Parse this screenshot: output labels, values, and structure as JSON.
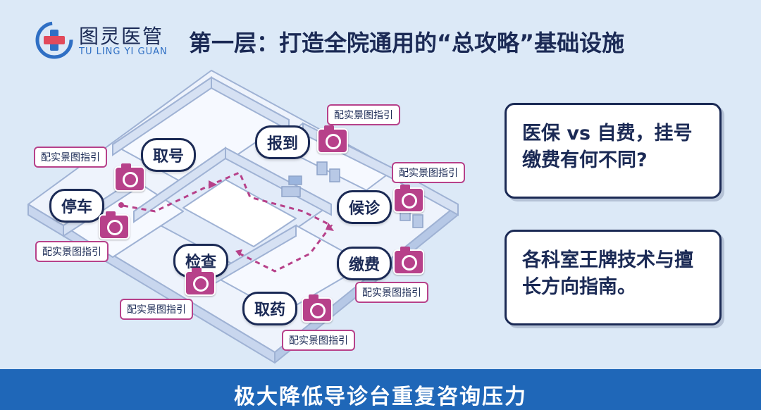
{
  "logo": {
    "name_cn": "图灵医管",
    "name_en": "TU LING YI GUAN"
  },
  "headline": "第一层：打造全院通用的“总攻略”基础设施",
  "stations": {
    "stop": "停车",
    "register": "取号",
    "checkin": "报到",
    "wait": "候诊",
    "pay": "缴费",
    "exam": "检查",
    "pharmacy": "取药"
  },
  "photo_guide_label": "配实景图指引",
  "cards": {
    "insurance": "医保 vs 自费，挂号缴费有何不同?",
    "departments": "各科室王牌技术与擅长方向指南。"
  },
  "banner": "极大降低导诊台重复咨询压力",
  "colors": {
    "navy": "#1b2a55",
    "magenta": "#b7418a",
    "banner_blue": "#1f67b8",
    "background": "#dce9f7"
  },
  "icons": [
    "logo-cross-icon",
    "camera-icon"
  ]
}
